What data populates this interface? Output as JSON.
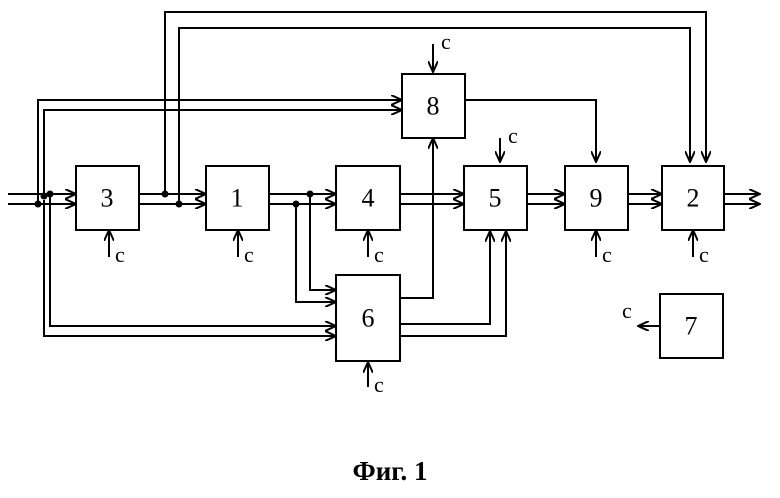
{
  "blocks": {
    "b1": "1",
    "b2": "2",
    "b3": "3",
    "b4": "4",
    "b5": "5",
    "b6": "6",
    "b7": "7",
    "b8": "8",
    "b9": "9"
  },
  "signal_label": "c",
  "caption": "Фиг. 1"
}
